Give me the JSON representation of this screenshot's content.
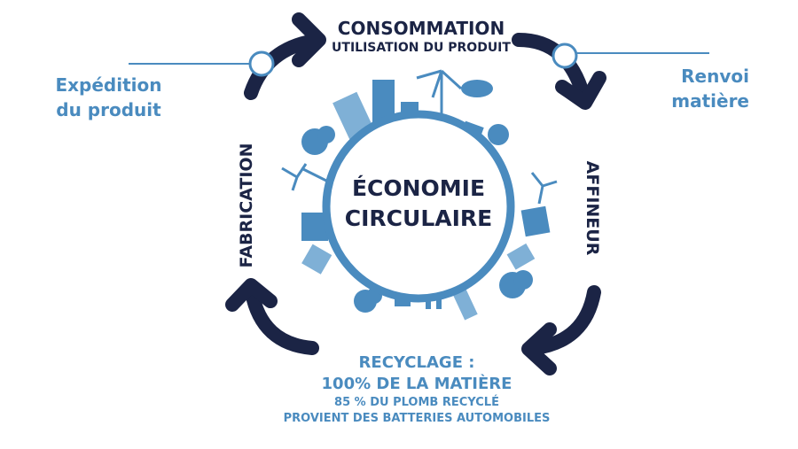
{
  "center": {
    "line1": "ÉCONOMIE",
    "line2": "CIRCULAIRE"
  },
  "steps": {
    "consommation": {
      "title": "CONSOMMATION",
      "subtitle": "UTILISATION DU PRODUIT"
    },
    "affineur": "AFFINEUR",
    "fabrication": "FABRICATION",
    "recyclage": {
      "title": "RECYCLAGE :",
      "subtitle": "100% DE LA MATIÈRE",
      "note1": "85 % DU PLOMB RECYCLÉ",
      "note2": "PROVIENT DES BATTERIES AUTOMOBILES"
    }
  },
  "callouts": {
    "left": {
      "line1": "Expédition",
      "line2": "du produit"
    },
    "right": {
      "line1": "Renvoi",
      "line2": "matière"
    }
  },
  "colors": {
    "navy": "#1b2445",
    "blue": "#4a8bbf",
    "light_blue": "#7fb0d6"
  }
}
